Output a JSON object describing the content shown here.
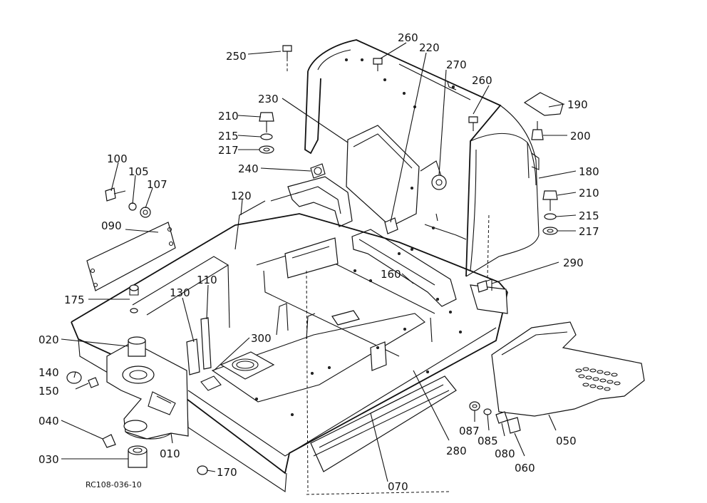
{
  "drawing_ref": "RC108-036-10",
  "parts": [
    {
      "id": "p250",
      "label": "250"
    },
    {
      "id": "p260a",
      "label": "260"
    },
    {
      "id": "p220",
      "label": "220"
    },
    {
      "id": "p270",
      "label": "270"
    },
    {
      "id": "p260b",
      "label": "260"
    },
    {
      "id": "p190",
      "label": "190"
    },
    {
      "id": "p200",
      "label": "200"
    },
    {
      "id": "p230",
      "label": "230"
    },
    {
      "id": "p210a",
      "label": "210"
    },
    {
      "id": "p215a",
      "label": "215"
    },
    {
      "id": "p217a",
      "label": "217"
    },
    {
      "id": "p240",
      "label": "240"
    },
    {
      "id": "p180",
      "label": "180"
    },
    {
      "id": "p210b",
      "label": "210"
    },
    {
      "id": "p215b",
      "label": "215"
    },
    {
      "id": "p217b",
      "label": "217"
    },
    {
      "id": "p100",
      "label": "100"
    },
    {
      "id": "p105",
      "label": "105"
    },
    {
      "id": "p107",
      "label": "107"
    },
    {
      "id": "p120",
      "label": "120"
    },
    {
      "id": "p090",
      "label": "090"
    },
    {
      "id": "p290",
      "label": "290"
    },
    {
      "id": "p160",
      "label": "160"
    },
    {
      "id": "p110",
      "label": "110"
    },
    {
      "id": "p175",
      "label": "175"
    },
    {
      "id": "p130",
      "label": "130"
    },
    {
      "id": "p300",
      "label": "300"
    },
    {
      "id": "p020",
      "label": "020"
    },
    {
      "id": "p140",
      "label": "140"
    },
    {
      "id": "p150",
      "label": "150"
    },
    {
      "id": "p040",
      "label": "040"
    },
    {
      "id": "p030",
      "label": "030"
    },
    {
      "id": "p010",
      "label": "010"
    },
    {
      "id": "p170",
      "label": "170"
    },
    {
      "id": "p070",
      "label": "070"
    },
    {
      "id": "p280",
      "label": "280"
    },
    {
      "id": "p087",
      "label": "087"
    },
    {
      "id": "p085",
      "label": "085"
    },
    {
      "id": "p080",
      "label": "080"
    },
    {
      "id": "p060",
      "label": "060"
    },
    {
      "id": "p050",
      "label": "050"
    }
  ]
}
